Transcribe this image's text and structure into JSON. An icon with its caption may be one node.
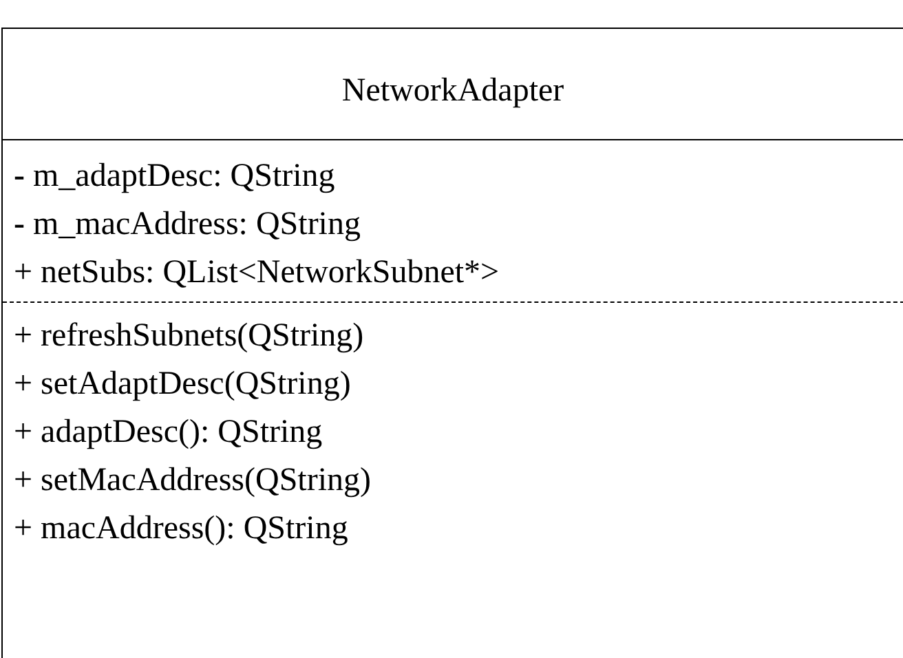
{
  "diagram": {
    "nodes": [
      {
        "text": [
          "NetworkAdapter",
          "**-** m_adaptDesc: QString",
          "**-** m_macAddress: QString",
          "+ netSubs: QList<NetworkSubnet*>",
          "+ refreshSubnets(QString)",
          "+ setAdaptDesc(QString)",
          "+ adaptDesc(): QString",
          "+ setMacAddress(QString)",
          "+ macAddress(): QString"
        ]
      }
    ]
  }
}
